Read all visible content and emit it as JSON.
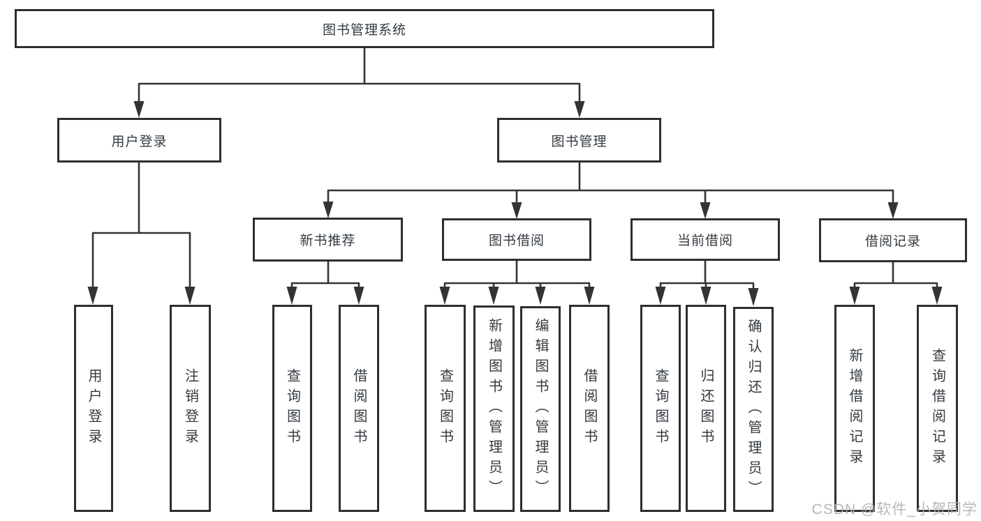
{
  "tree": {
    "root": "图书管理系统",
    "level2": [
      {
        "label": "用户登录",
        "children": [
          "用户登录",
          "注销登录"
        ]
      },
      {
        "label": "图书管理",
        "sections": [
          {
            "label": "新书推荐",
            "children": [
              "查询图书",
              "借阅图书"
            ]
          },
          {
            "label": "图书借阅",
            "children": [
              "查询图书",
              "新增图书（管理员）",
              "编辑图书（管理员）",
              "借阅图书"
            ]
          },
          {
            "label": "当前借阅",
            "children": [
              "查询图书",
              "归还图书",
              "确认归还（管理员）"
            ]
          },
          {
            "label": "借阅记录",
            "children": [
              "新增借阅记录",
              "查询借阅记录"
            ]
          }
        ]
      }
    ]
  },
  "watermark": "CSDN @软件_小贺同学",
  "colors": {
    "line": "#333333",
    "box_border": "#2e2e2e",
    "text": "#333a40",
    "watermark": "#b3aeae",
    "background": "#ffffff"
  }
}
